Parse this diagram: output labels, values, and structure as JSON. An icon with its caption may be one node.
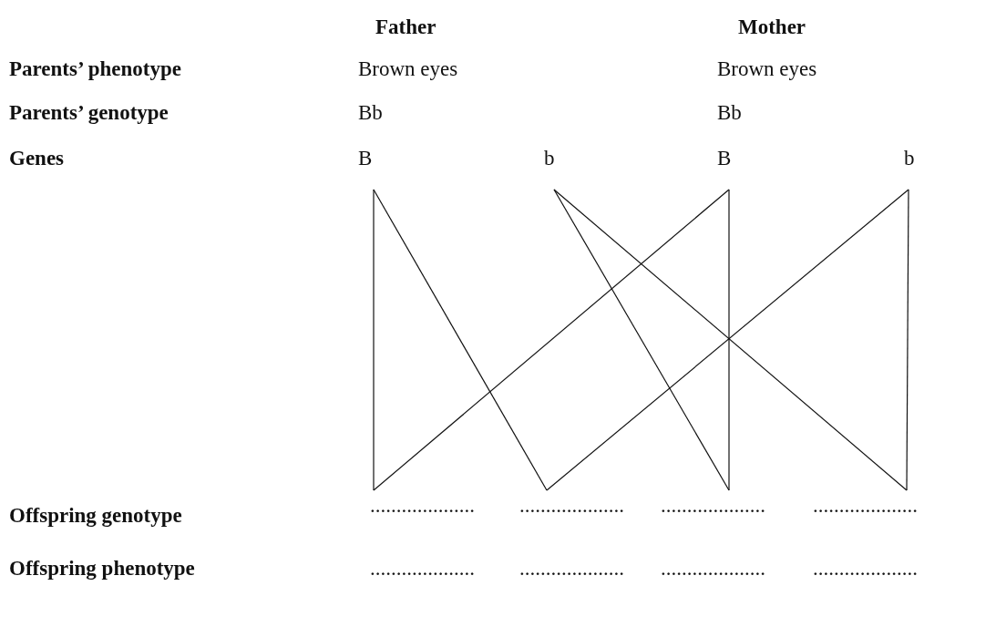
{
  "diagram": {
    "nodes": [
      {
        "text": [
          "B"
        ]
      },
      {
        "text": [
          "b"
        ]
      },
      {
        "text": [
          "B"
        ]
      },
      {
        "text": [
          "b"
        ]
      },
      {
        "text": [
          "...................."
        ]
      },
      {
        "text": [
          "...................."
        ]
      },
      {
        "text": [
          "...................."
        ]
      },
      {
        "text": [
          "...................."
        ]
      }
    ],
    "edges": [
      {
        "from": 0,
        "to": 4,
        "arrow": "none"
      },
      {
        "from": 0,
        "to": 5,
        "arrow": "none"
      },
      {
        "from": 1,
        "to": 6,
        "arrow": "none"
      },
      {
        "from": 1,
        "to": 7,
        "arrow": "none"
      },
      {
        "from": 2,
        "to": 4,
        "arrow": "none"
      },
      {
        "from": 2,
        "to": 6,
        "arrow": "none"
      },
      {
        "from": 3,
        "to": 5,
        "arrow": "none"
      },
      {
        "from": 3,
        "to": 7,
        "arrow": "none"
      }
    ],
    "labels": [
      "Father",
      "Mother",
      "Parents’ phenotype",
      "Brown eyes",
      "Brown eyes",
      "Parents’ genotype",
      "Bb",
      "Bb",
      "Genes",
      "Offspring genotype",
      "Offspring phenotype",
      "....................",
      "....................",
      "....................",
      "...................."
    ]
  }
}
